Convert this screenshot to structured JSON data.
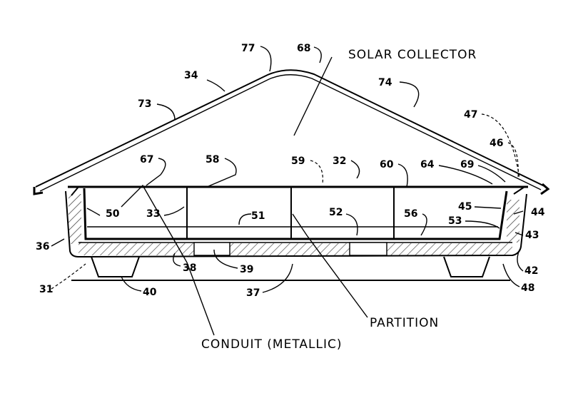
{
  "figure": {
    "callouts": {
      "solar_collector": "SOLAR COLLECTOR",
      "partition": "PARTITION",
      "conduit": "CONDUIT (METALLIC)"
    },
    "labels": [
      "77",
      "68",
      "34",
      "74",
      "73",
      "47",
      "46",
      "67",
      "58",
      "59",
      "32",
      "60",
      "64",
      "69",
      "45",
      "44",
      "50",
      "33",
      "51",
      "52",
      "56",
      "53",
      "43",
      "36",
      "38",
      "39",
      "42",
      "31",
      "40",
      "37",
      "48"
    ]
  }
}
